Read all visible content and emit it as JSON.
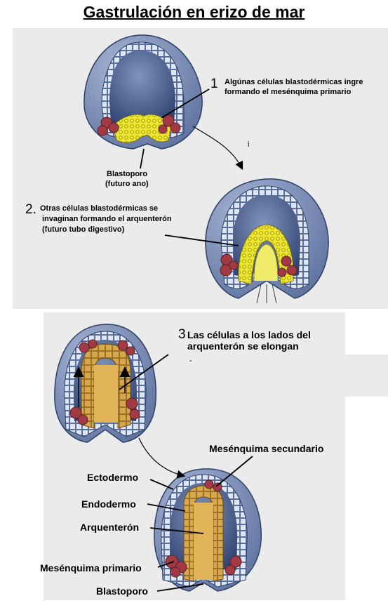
{
  "title": "Gastrulación en erizo de mar",
  "steps": [
    {
      "number": "1",
      "text_line1": "Algúnas células blastodérmicas ingre",
      "text_line2": "formando el mesénquima primario"
    },
    {
      "number": "2.",
      "text_line1": "Otras células blastodérmicas se",
      "text_line2": "invaginan formando el arquenterón",
      "text_line3": "(futuro tubo digestivo)"
    },
    {
      "number": "3",
      "text_line1": "Las células a los lados del",
      "text_line2": "arquenterón se elongan"
    }
  ],
  "labels": {
    "blastoporo_1": "Blastoporo",
    "futuro_ano": "(futuro ano)",
    "mesenquima_secundario": "Mesénquima secundario",
    "ectodermo": "Ectodermo",
    "endodermo": "Endodermo",
    "arquenteron": "Arquenterón",
    "mesenquima_primario": "Mesénquima primario",
    "blastoporo_4": "Blastoporo"
  },
  "stray_marks": {
    "mark1": "i",
    "mark2": "-"
  },
  "colors": {
    "embryo_outer": "#7f93bd",
    "embryo_inner": "#3d527e",
    "cell_wall": "#d9e2f3",
    "mesenchyme": "#a23a44",
    "yellow_cells": "#e8e43a",
    "orange_cells": "#d9a94b"
  }
}
